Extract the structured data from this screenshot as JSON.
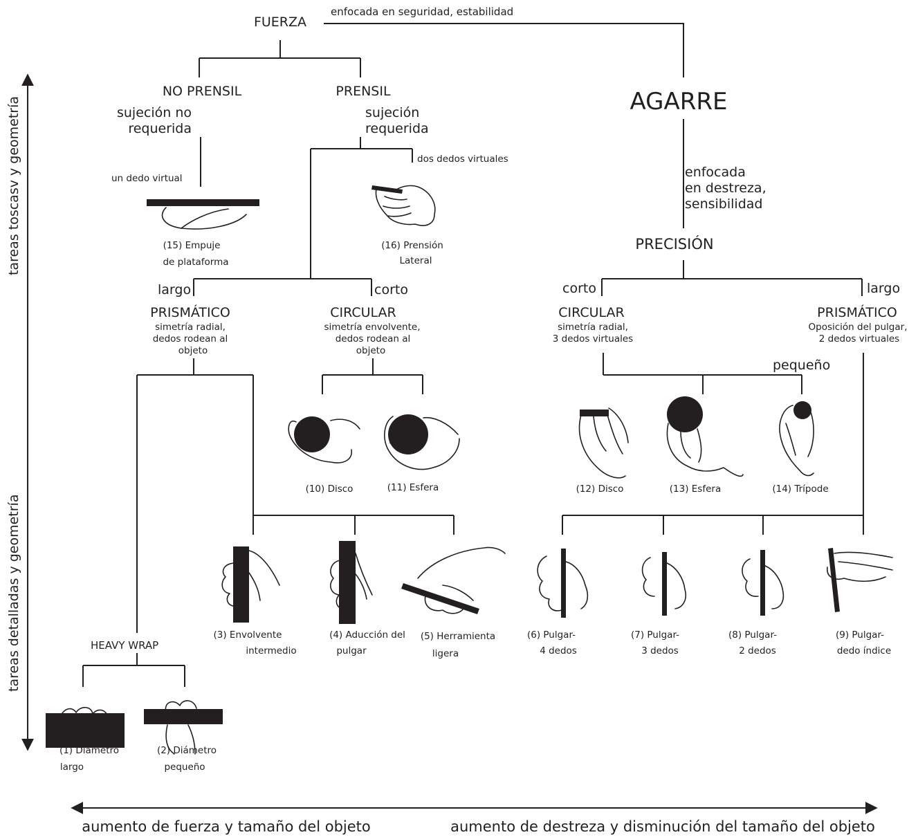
{
  "nodes": {
    "fuerza": "FUERZA",
    "fuerza_desc": "enfocada en seguridad, estabilidad",
    "agarre": "AGARRE",
    "precision_desc": [
      "enfocada",
      "en destreza,",
      "sensibilidad"
    ],
    "no_prensil": "NO PRENSIL",
    "no_prensil_desc": [
      "sujeción no",
      "requerida"
    ],
    "prensil": "PRENSIL",
    "prensil_desc": [
      "sujeción",
      "requerida"
    ],
    "un_dedo": "un dedo virtual",
    "dos_dedos": "dos dedos virtuales",
    "precision": "PRECISIÓN",
    "largo_left": "largo",
    "corto_left": "corto",
    "corto_right": "corto",
    "largo_right": "largo",
    "prismatico_left": "PRISMÁTICO",
    "prismatico_left_desc": [
      "simetría radial,",
      "dedos rodean al",
      "objeto"
    ],
    "circular_left": "CIRCULAR",
    "circular_left_desc": [
      "simetría envolvente,",
      "dedos rodean al",
      "objeto"
    ],
    "circular_right": "CIRCULAR",
    "circular_right_desc": [
      "simetría radial,",
      "3 dedos virtuales"
    ],
    "prismatico_right": "PRISMÁTICO",
    "prismatico_right_desc": [
      "Oposición del pulgar,",
      "2 dedos virtuales"
    ],
    "pequeno": "pequeño",
    "heavy_wrap": "HEAVY WRAP"
  },
  "grasps": {
    "g1": [
      "(1) Diámetro",
      "largo"
    ],
    "g2": [
      "(2) Diámetro",
      "pequeño"
    ],
    "g3": [
      "(3) Envolvente",
      "intermedio"
    ],
    "g4": [
      "(4) Aducción del",
      "pulgar"
    ],
    "g5": [
      "(5) Herramienta",
      "ligera"
    ],
    "g6": [
      "(6) Pulgar-",
      "4 dedos"
    ],
    "g7": [
      "(7) Pulgar-",
      "3 dedos"
    ],
    "g8": [
      "(8) Pulgar-",
      "2 dedos"
    ],
    "g9": [
      "(9) Pulgar-",
      "dedo índice"
    ],
    "g10": "(10) Disco",
    "g11": "(11) Esfera",
    "g12": "(12) Disco",
    "g13": "(13) Esfera",
    "g14": "(14) Trípode",
    "g15": [
      "(15) Empuje",
      "de plataforma"
    ],
    "g16": [
      "(16) Prensión",
      "Lateral"
    ]
  },
  "axes": {
    "vertical_top": "tareas toscasv y geometría",
    "vertical_bottom": "tareas detalladas y geometría",
    "horizontal_left": "aumento de fuerza y tamaño del objeto",
    "horizontal_right": "aumento de destreza y disminución del tamaño del objeto"
  },
  "colors": {
    "ink": "#231f20",
    "background": "#ffffff"
  }
}
